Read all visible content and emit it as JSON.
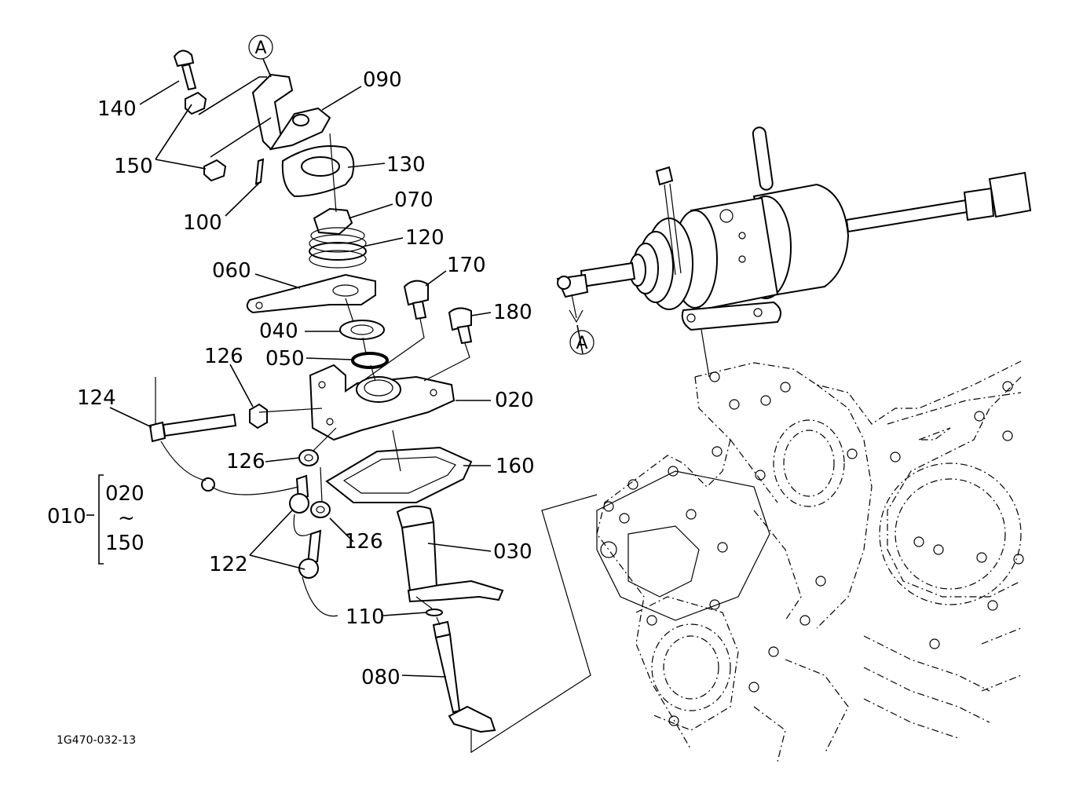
{
  "callouts": {
    "p140": "140",
    "p150": "150",
    "p100": "100",
    "p090": "090",
    "p130": "130",
    "p070": "070",
    "p120": "120",
    "p060": "060",
    "p170": "170",
    "p040": "040",
    "p180": "180",
    "p050": "050",
    "p126a": "126",
    "p124": "124",
    "p020": "020",
    "p126b": "126",
    "p160": "160",
    "p126c": "126",
    "p122": "122",
    "p030": "030",
    "p110": "110",
    "p080": "080"
  },
  "reference_marks": {
    "top": "A",
    "right": "A"
  },
  "assembly": {
    "label": "010",
    "from": "020",
    "tilde": "~",
    "to": "150"
  },
  "drawing_code": "1G470-032-13"
}
